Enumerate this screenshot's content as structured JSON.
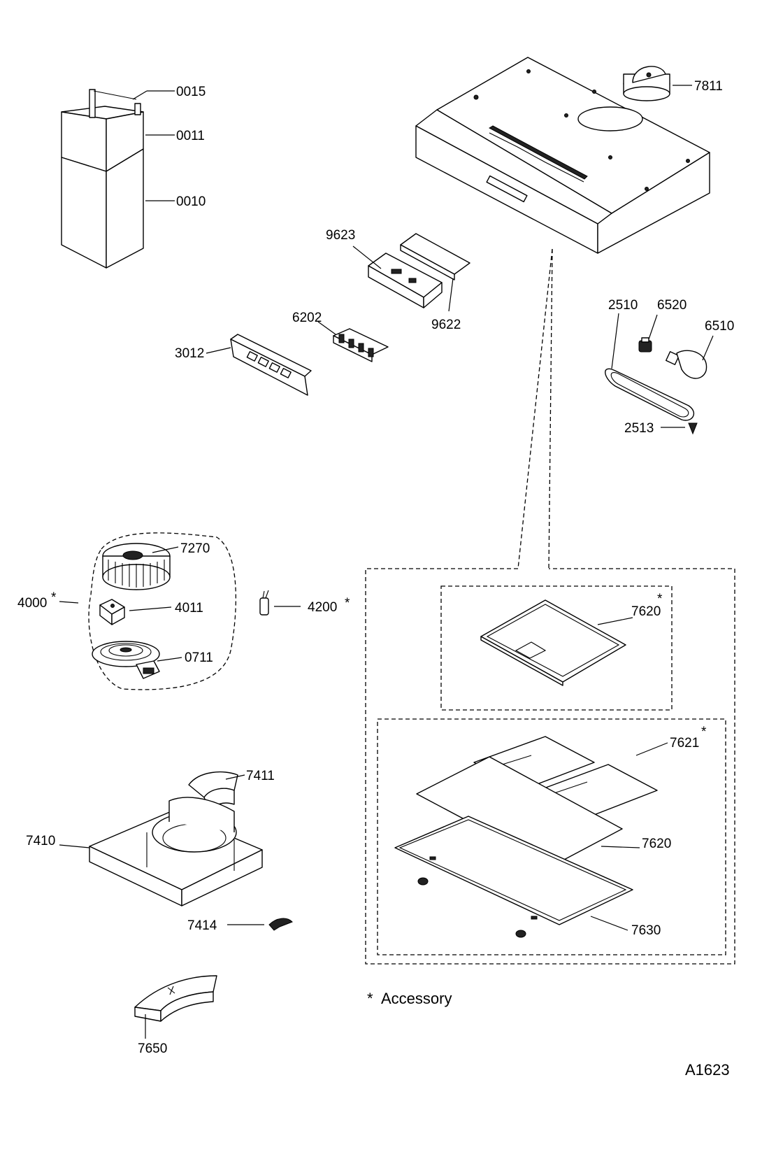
{
  "drawing_code": "A1623",
  "legend": {
    "mark": "*",
    "text": "Accessory"
  },
  "asterisk": "*",
  "labels": {
    "p0015": "0015",
    "p0011": "0011",
    "p0010": "0010",
    "p7811": "7811",
    "p9623": "9623",
    "p9622": "9622",
    "p6202": "6202",
    "p3012": "3012",
    "p2510": "2510",
    "p6520": "6520",
    "p6510": "6510",
    "p2513": "2513",
    "p7270": "7270",
    "p4000": "4000",
    "p4011": "4011",
    "p0711": "0711",
    "p4200": "4200",
    "p7620a": "7620",
    "p7621": "7621",
    "p7620b": "7620",
    "p7630": "7630",
    "p7411": "7411",
    "p7410": "7410",
    "p7414": "7414",
    "p7650": "7650"
  }
}
